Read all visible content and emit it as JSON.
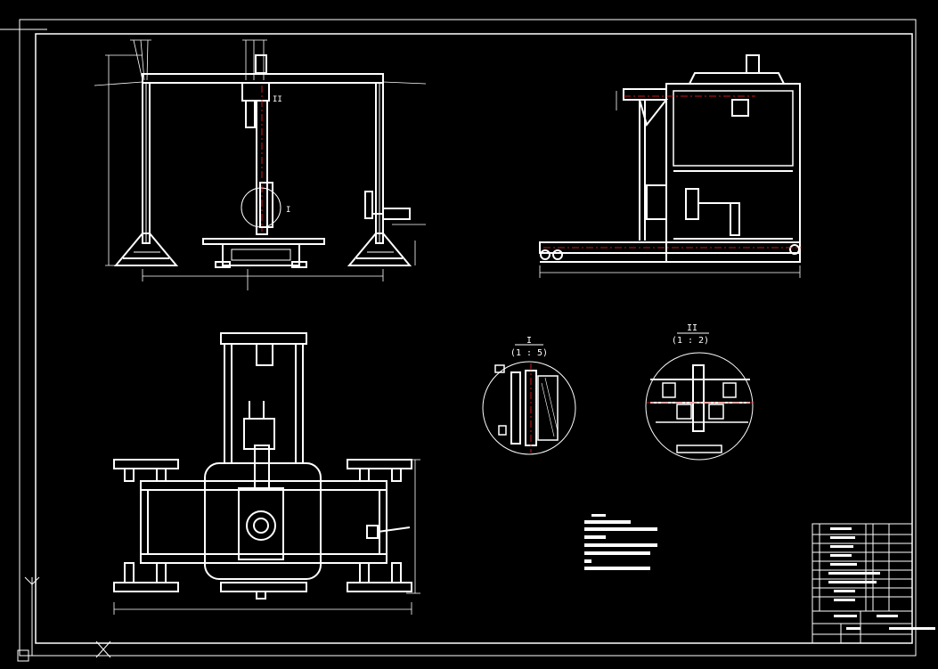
{
  "drawing": {
    "background": "#000000",
    "line_color": "#ffffff",
    "centerline_color": "#ff2020"
  },
  "detail_views": [
    {
      "id": "I",
      "scale": "(1 : 5)"
    },
    {
      "id": "II",
      "scale": "(1 : 2)"
    }
  ],
  "view_markers": {
    "detail_I": "I",
    "detail_II": "II"
  },
  "icons": {
    "ucs_y_axis": "Y",
    "ucs_x_axis": "X"
  }
}
